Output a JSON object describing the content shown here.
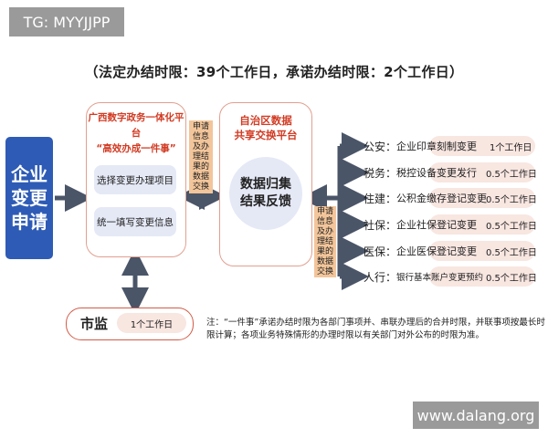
{
  "tag": "TG: MYYJJPP",
  "watermark": "www.dalang.org",
  "header": "（法定办结时限：39个工作日，承诺办结时限：2个工作日）",
  "applicant": [
    "企业",
    "变更",
    "申请"
  ],
  "platform": {
    "title_line1": "广西数字政务一体化平台",
    "title_line2": "“高效办成一件事”",
    "step1": "选择变更办理项目",
    "step2": "统一填写变更信息"
  },
  "exchange_top": [
    "申请",
    "信息",
    "及办",
    "理结",
    "果的",
    "数据",
    "交换"
  ],
  "exchange_bottom": [
    "申请",
    "信息",
    "及办",
    "理结",
    "果的",
    "数据",
    "交换"
  ],
  "hub": {
    "title_line1": "自治区数据",
    "title_line2": "共享交换平台",
    "circle_line1": "数据归集",
    "circle_line2": "结果反馈"
  },
  "departments": [
    {
      "dept": "公安：",
      "item": "企业印章刻制变更",
      "time": "1个工作日"
    },
    {
      "dept": "税务：",
      "item": "税控设备变更发行",
      "time": "0.5个工作日"
    },
    {
      "dept": "住建：",
      "item": "公积金缴存登记变更",
      "time": "0.5个工作日"
    },
    {
      "dept": "社保：",
      "item": "企业社保登记变更",
      "time": "0.5个工作日"
    },
    {
      "dept": "医保：",
      "item": "企业医保登记变更",
      "time": "0.5个工作日"
    },
    {
      "dept": "人行：",
      "item": "银行基本账户变更预约",
      "time": "0.5个工作日"
    }
  ],
  "shijian": {
    "label": "市监",
    "time": "1个工作日"
  },
  "note": "注：“一件事”承诺办结时限为各部门事项并、串联办理后的合并时限，并联事项按最长时限计算；各项业务特殊情形的办理时限以有关部门对外公布的时限为准。",
  "colors": {
    "applicant_blue": "#2e5bb5",
    "arrow_blue": "#4a5568",
    "title_red": "#d23b23",
    "orange": "#f2c59a",
    "pill_pink": "#f8e6e1",
    "light_blue": "#e5e9f6"
  }
}
